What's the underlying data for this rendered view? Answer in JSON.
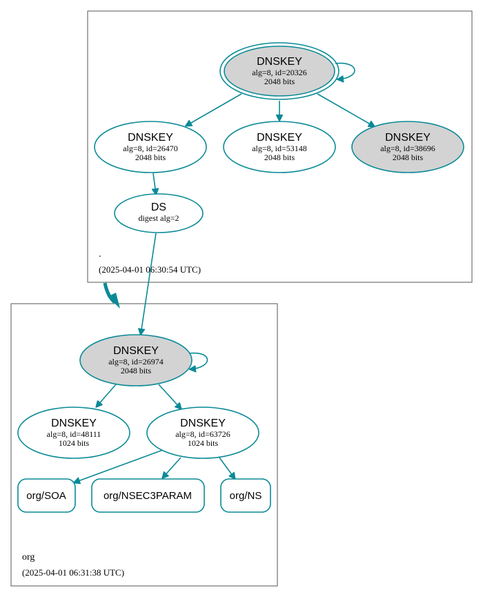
{
  "root_zone": {
    "label": ".",
    "timestamp": "(2025-04-01 06:30:54 UTC)"
  },
  "org_zone": {
    "label": "org",
    "timestamp": "(2025-04-01 06:31:38 UTC)"
  },
  "nodes": {
    "root_ksk": {
      "title": "DNSKEY",
      "line1": "alg=8, id=20326",
      "line2": "2048 bits"
    },
    "root_zsk1": {
      "title": "DNSKEY",
      "line1": "alg=8, id=26470",
      "line2": "2048 bits"
    },
    "root_zsk2": {
      "title": "DNSKEY",
      "line1": "alg=8, id=53148",
      "line2": "2048 bits"
    },
    "root_zsk3": {
      "title": "DNSKEY",
      "line1": "alg=8, id=38696",
      "line2": "2048 bits"
    },
    "ds": {
      "title": "DS",
      "line1": "digest alg=2"
    },
    "org_ksk": {
      "title": "DNSKEY",
      "line1": "alg=8, id=26974",
      "line2": "2048 bits"
    },
    "org_zsk1": {
      "title": "DNSKEY",
      "line1": "alg=8, id=48111",
      "line2": "1024 bits"
    },
    "org_zsk2": {
      "title": "DNSKEY",
      "line1": "alg=8, id=63726",
      "line2": "1024 bits"
    },
    "org_soa": {
      "title": "org/SOA"
    },
    "org_nsec3param": {
      "title": "org/NSEC3PARAM"
    },
    "org_ns": {
      "title": "org/NS"
    }
  },
  "colors": {
    "edge": "#0a8a96",
    "sep_fill": "#d3d3d3",
    "plain_fill": "#ffffff",
    "box_border": "#555555"
  }
}
